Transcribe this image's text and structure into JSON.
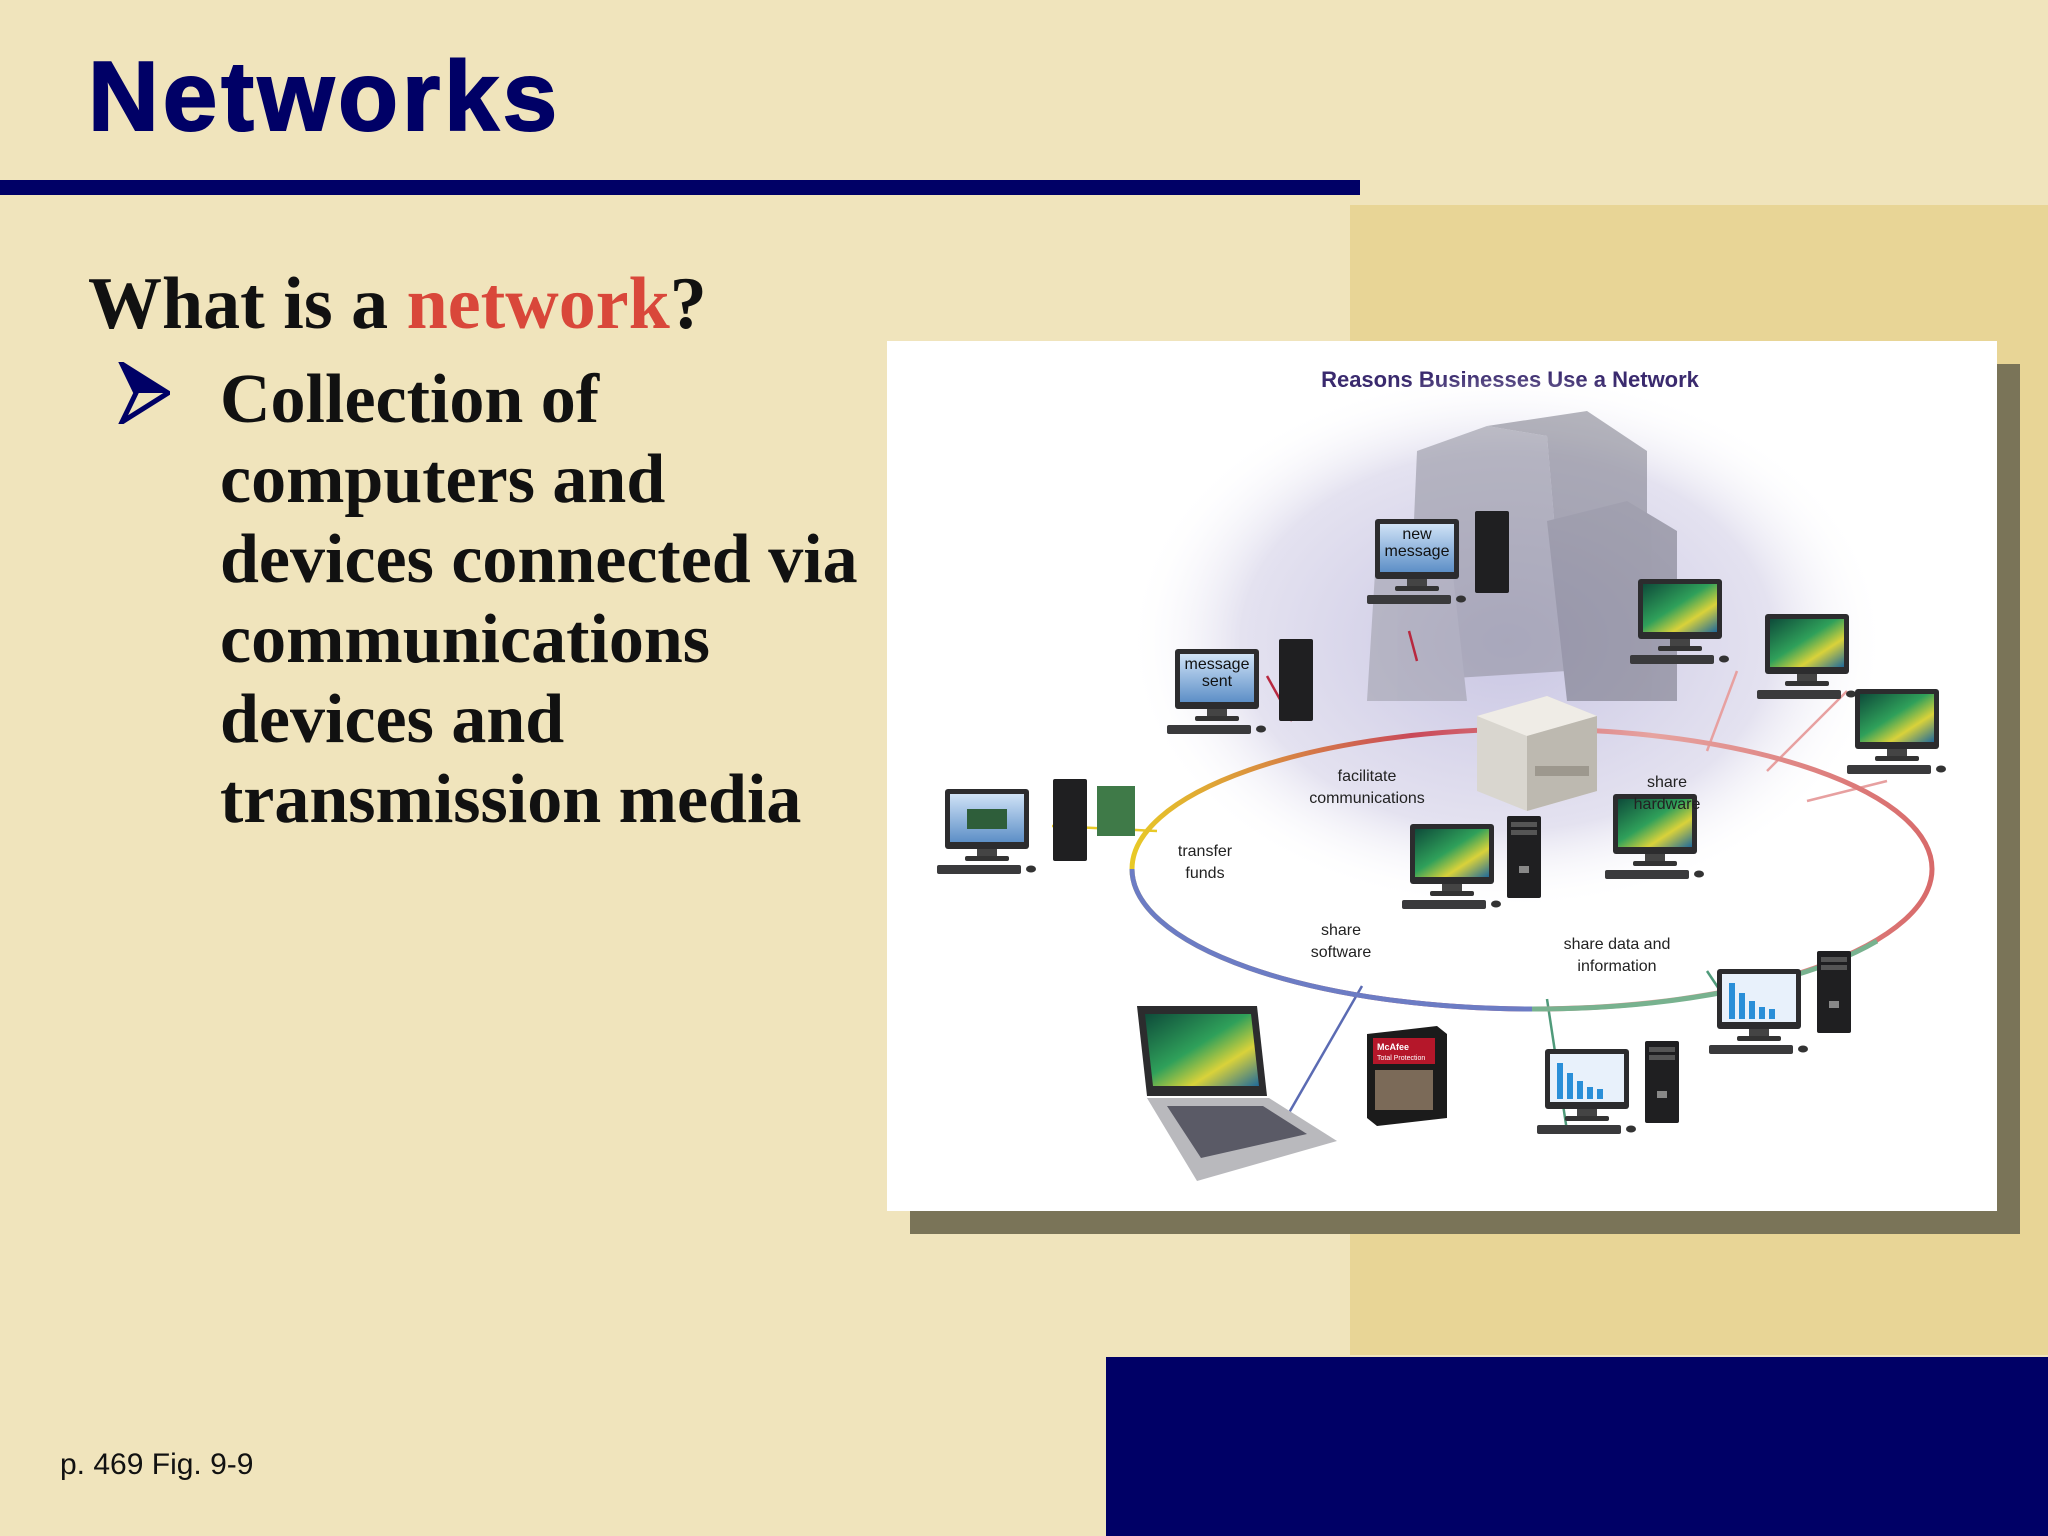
{
  "slide": {
    "title": "Networks",
    "question": {
      "prefix": "What is a ",
      "highlight": "network",
      "suffix": "?"
    },
    "bullet": "Collection of computers and devices connected via communications devices and transmission media",
    "footer": "p. 469 Fig. 9-9"
  },
  "figure": {
    "title": "Reasons Businesses Use a Network",
    "labels": {
      "new_message": [
        "new",
        "message"
      ],
      "message_sent": [
        "message",
        "sent"
      ],
      "facilitate": [
        "facilitate",
        "communications"
      ],
      "share_hardware": [
        "share",
        "hardware"
      ],
      "transfer_funds": [
        "transfer",
        "funds"
      ],
      "share_software": [
        "share",
        "software"
      ],
      "share_data": [
        "share data and",
        "information"
      ]
    },
    "box_brand": "McAfee",
    "box_product": "Total Protection"
  },
  "colors": {
    "navy": "#000066",
    "accent_red": "#d9473a",
    "background": "#f0e4bc",
    "gold_panel": "#e8d596",
    "figure_title": "#3a2a6e"
  }
}
